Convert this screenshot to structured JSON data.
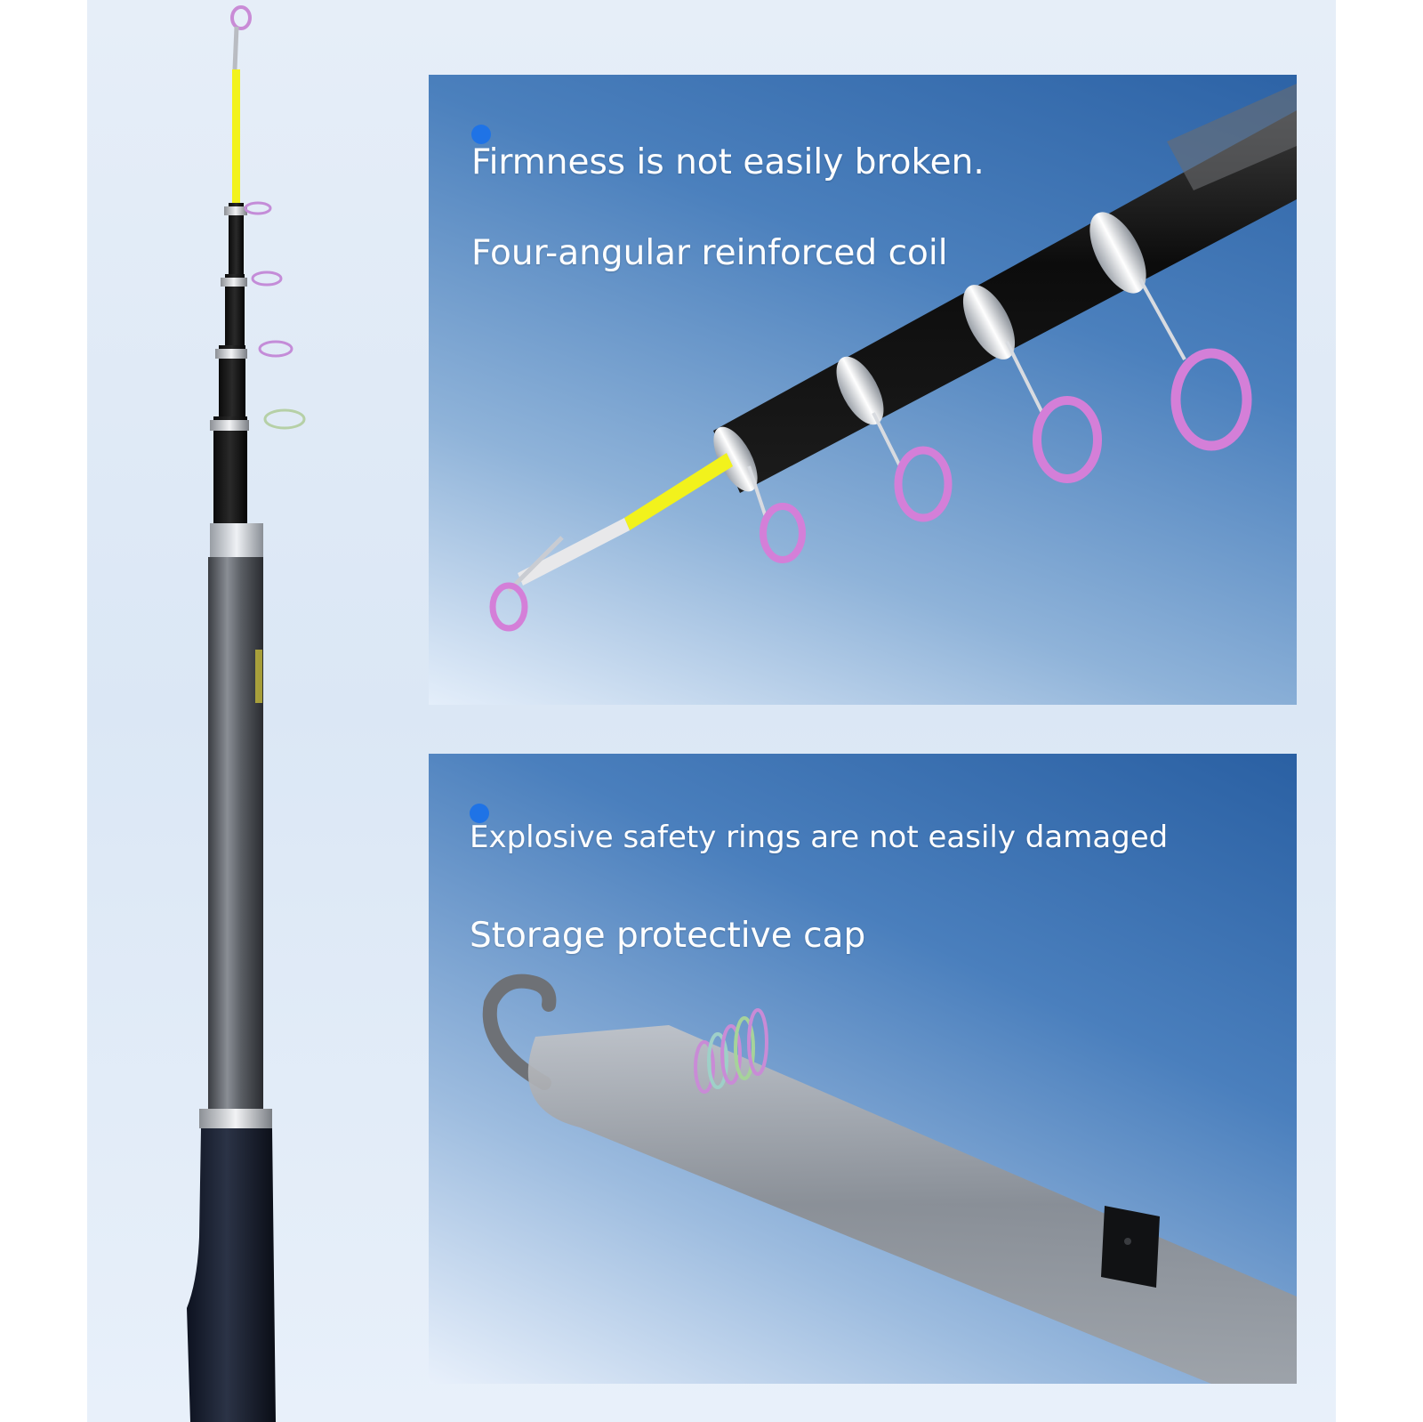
{
  "panels": {
    "top": {
      "feature_label": "Firmness is not easily broken.",
      "subtitle": "Four-angular reinforced coil"
    },
    "bottom": {
      "feature_label": "Explosive safety rings are not easily damaged",
      "subtitle": "Storage protective cap"
    }
  },
  "colors": {
    "accent_bullet": "#1f73e6",
    "rod_tip_yellow": "#f2f21c",
    "panel_blue": "#2d63a6",
    "ring_pink": "#d47fd8"
  }
}
